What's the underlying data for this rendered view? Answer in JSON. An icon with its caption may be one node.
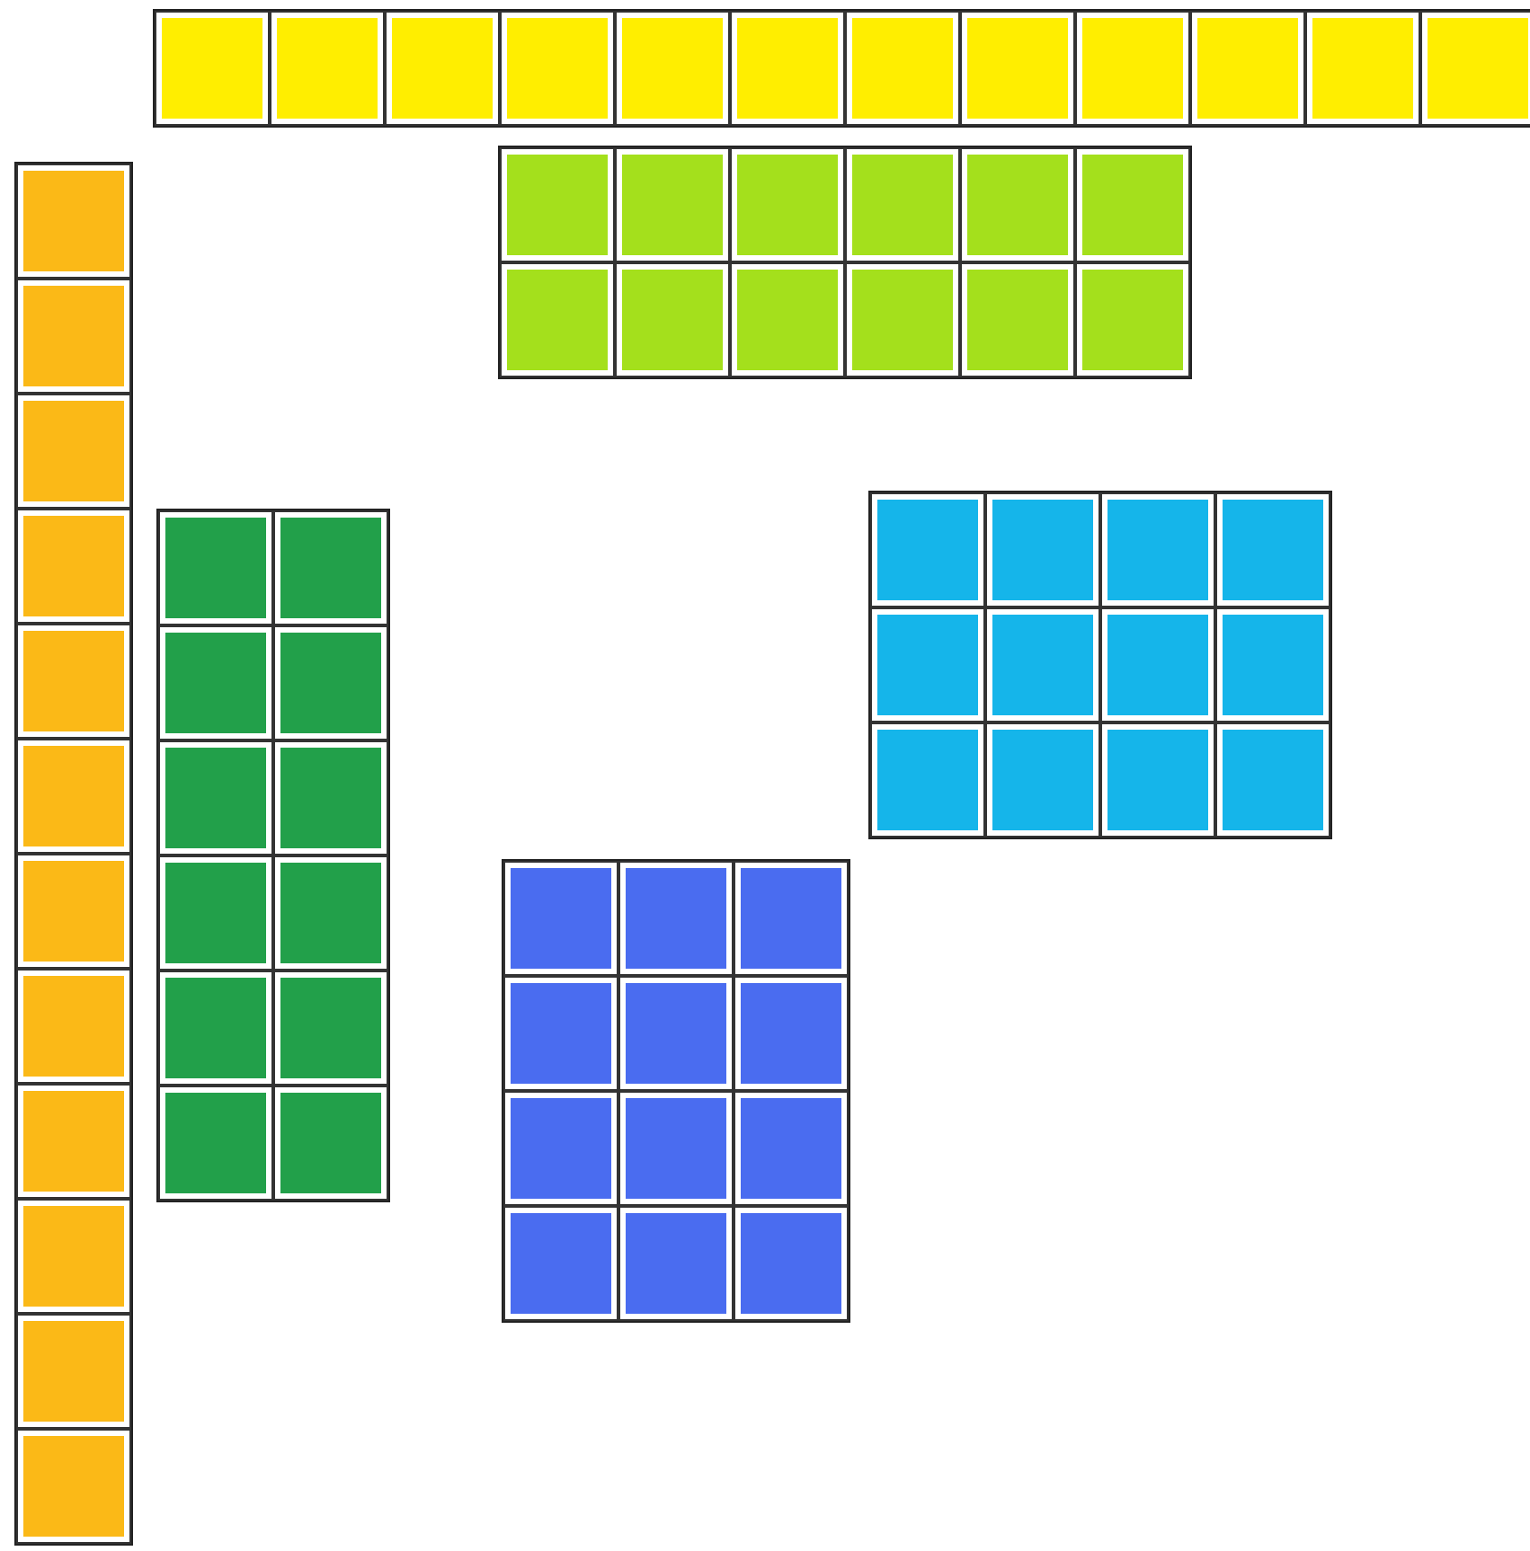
{
  "diagram": {
    "nodes": [
      {
        "text": [],
        "shape": "grid"
      },
      {
        "text": [],
        "shape": "grid"
      },
      {
        "text": [],
        "shape": "grid"
      },
      {
        "text": [],
        "shape": "grid"
      },
      {
        "text": [],
        "shape": "grid"
      },
      {
        "text": [],
        "shape": "grid"
      }
    ]
  }
}
